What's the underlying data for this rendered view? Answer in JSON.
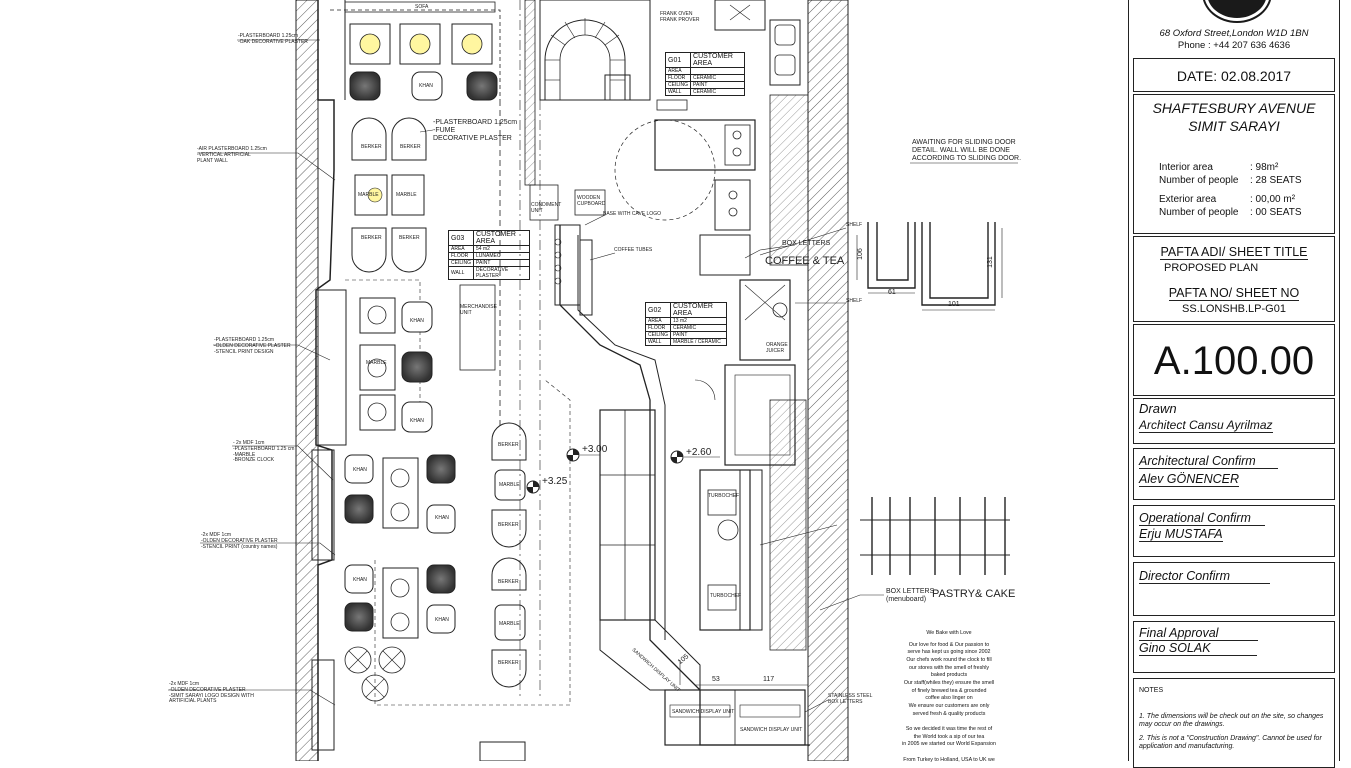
{
  "plan_labels": {
    "sofa": "SOFA",
    "plasterboard_top": "-PLASTERBOARD 1.25cm\n-OAK DECORATIVE PLASTER",
    "air_plasterboard": "-AIR PLASTERBOARD 1.25cm\n-VERTICAL ARTIFICIAL\nPLANT WALL",
    "fume_plasterboard": "-PLASTERBOARD 1.25cm\n-FUME\nDECORATIVE PLASTER",
    "plaster_stencil": "-PLASTERBOARD 1.25cm\n-OLDEN DECORATIVE PLASTER\n-STENCIL PRINT DESIGN",
    "mdf_bronze": "- 2x MDF 1cm\n-PLASTERBOARD 1.25 cm\n-MARBLE\n-BRONZE CLOCK",
    "mdf_stencil": "-2x MDF 1cm\n-OLDEN DECORATIVE PLASTER\n-STENCIL PRINT (country names)",
    "mdf_plants": "-2x MDF 1cm\n-OLDEN DECORATIVE PLASTER\n-SIMIT SARAYI LOGO DESIGN WITH\nARTIFICIAL PLANTS",
    "frank_oven": "FRANK OVEN\nFRANK PROVER",
    "awaiting": "AWAITING FOR SLIDING DOOR\nDETAIL. WALL WILL BE DONE\nACCORDING TO SLIDING DOOR.",
    "box_letters_top": "BOX LETTERS",
    "coffee_tea": "COFFEE & TEA",
    "box_letters_menu": "BOX LETTERS\n(menuboard)",
    "pastry_cake": "PASTRY& CAKE",
    "stainless": "STAINLESS STEEL\nBOX LETTERS",
    "shelf1": "SHELF",
    "shelf2": "SHELF",
    "condiment": "CONDIMENT\nUNIT",
    "wooden_cupboard": "WOODEN\nCUPBOARD",
    "base_logo": "BASE WITH CAVE LOGO",
    "coffee_tubes": "COFFEE TUBES",
    "merchandise": "MERCHANDISE\nUNIT",
    "orange_juicer": "ORANGE\nJUICER",
    "turbochef1": "TURBOCHEF",
    "turbochef2": "TURBOCHEF",
    "sandwich1": "SANDWICH DISPLAY UNIT",
    "sandwich2": "SANDWICH DISPLAY UNIT",
    "sandwich3": "SANDWICH DISPLAY UNIT",
    "el_plus_300": "+3.00",
    "el_plus_260": "+2.60",
    "el_plus_325": "+3.25",
    "dim_106": "106",
    "dim_131": "131",
    "dim_61": "61",
    "dim_101": "101",
    "dim_105": "105",
    "dim_53": "53",
    "dim_117": "117",
    "wall_label": "WALL",
    "table_labels": {
      "marble": "MARBLE",
      "khan": "KHAN",
      "berker": "BERKER"
    },
    "area_tables": [
      {
        "code": "G01",
        "name": "CUSTOMER AREA",
        "rows": [
          [
            "AREA",
            ""
          ],
          [
            "FLOOR",
            "CERAMIC"
          ],
          [
            "CEILING",
            "PAINT"
          ],
          [
            "WALL",
            "CERAMIC"
          ]
        ]
      },
      {
        "code": "G03",
        "name": "CUSTOMER AREA",
        "rows": [
          [
            "AREA",
            "54 m2"
          ],
          [
            "FLOOR",
            "LUNAMEC"
          ],
          [
            "CEILING",
            "PAINT"
          ],
          [
            "WALL",
            "DECORATIVE PLASTER"
          ]
        ]
      },
      {
        "code": "G02",
        "name": "CUSTOMER AREA",
        "rows": [
          [
            "AREA",
            "13 m2"
          ],
          [
            "FLOOR",
            "CERAMIC"
          ],
          [
            "CEILING",
            "PAINT"
          ],
          [
            "WALL",
            "MARBLE / CERAMIC"
          ]
        ]
      }
    ],
    "story_title": "We Bake with Love",
    "story_lines": [
      "Our love for food & Our passion to",
      "serve has kept us going since 2002",
      "Our chefs work round the clock to fill",
      "our stores with the smell of freshly",
      "baked products",
      "Our staff(whiles they) ensure the smell",
      "of finely brewed tea & grounded",
      "coffee also linger on",
      "We ensure our customers are only",
      "served fresh & quality products",
      "",
      "So we decided it was time the rest of",
      "the World took a sip of our tea",
      "in 2005 we started our World Expansion",
      "",
      "From Turkey to Holland, USA to UK we"
    ]
  },
  "title_block": {
    "address": "68 Oxford Street,London W1D 1BN",
    "phone": "Phone    : +44 207 636 4636",
    "date": "DATE: 02.08.2017",
    "project_line1": "SHAFTESBURY AVENUE",
    "project_line2": "SIMIT SARAYI",
    "interior_area_label": "Interior area",
    "interior_area_value": ": 98m²",
    "people_label1": "Number of people",
    "people_value1": ": 28 SEATS",
    "exterior_area_label": "Exterior area",
    "exterior_area_value": ": 00,00 m²",
    "people_label2": "Number of people",
    "people_value2": ": 00 SEATS",
    "sheet_title_header": "PAFTA ADI/ SHEET TITLE",
    "sheet_title": "PROPOSED PLAN",
    "sheet_no_header": "PAFTA NO/ SHEET NO",
    "sheet_no": "SS.LONSHB.LP-G01",
    "drawing_no": "A.100.00",
    "drawn_label": "Drawn",
    "drawn_name": "Architect Cansu Ayrilmaz",
    "arch_label": "Architectural Confirm",
    "arch_name": "Alev GÖNENCER",
    "op_label": "Operational Confirm",
    "op_name": "Erju MUSTAFA",
    "director_label": "Director Confirm",
    "final_label": "Final Approval",
    "final_name": "Gino SOLAK",
    "notes_title": "NOTES",
    "note1": "1.   The dimensions will be check out on the site, so changes may occur on the drawings.",
    "note2": "2.   This is not a \"Construction Drawing\". Cannot be used for application and manufacturing."
  }
}
